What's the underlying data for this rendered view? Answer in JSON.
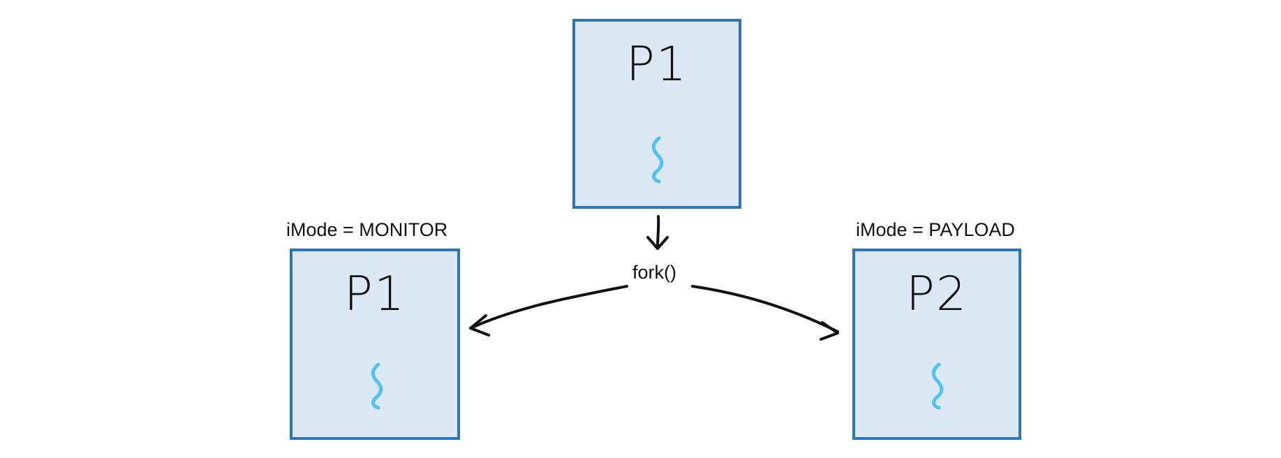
{
  "diagram": {
    "parent_process": {
      "label": "P1",
      "icon": "thread-squiggle-icon"
    },
    "fork_call": {
      "label": "fork()"
    },
    "child_left": {
      "label": "P1",
      "mode_caption": "iMode = MONITOR",
      "icon": "thread-squiggle-icon"
    },
    "child_right": {
      "label": "P2",
      "mode_caption": "iMode = PAYLOAD",
      "icon": "thread-squiggle-icon"
    },
    "colors": {
      "box_border": "#2e75b6",
      "box_fill": "#dde8f5",
      "thread": "#4fc3f7",
      "ink": "#111111"
    }
  }
}
